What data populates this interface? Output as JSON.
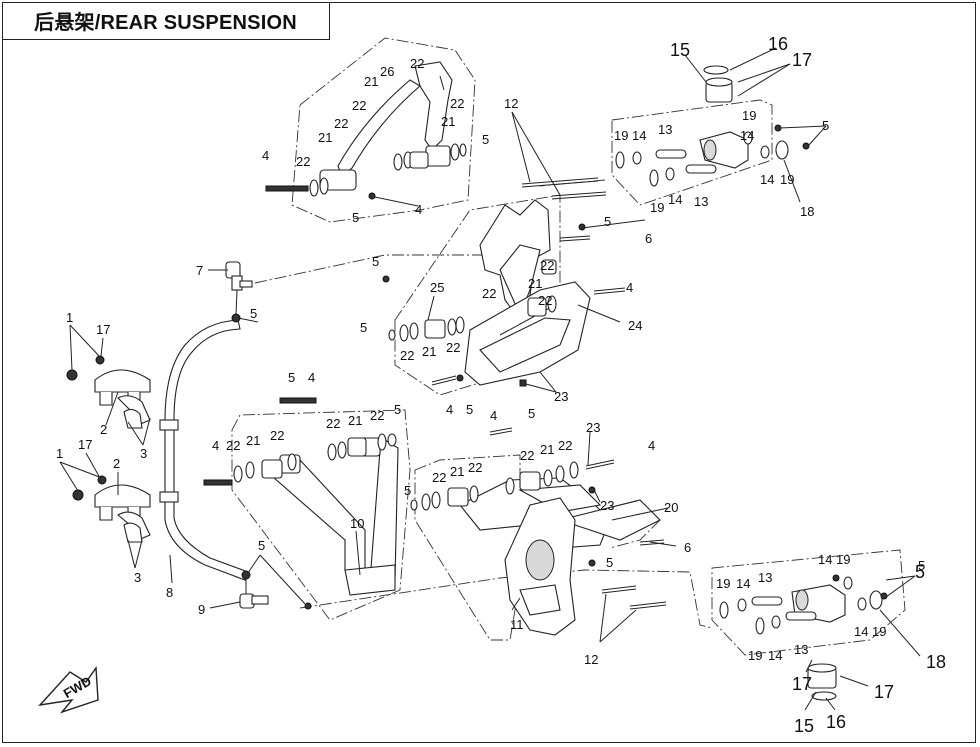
{
  "title": "后悬架/REAR SUSPENSION",
  "fwd_label": "FWD",
  "callouts": {
    "c1a": "1",
    "c1b": "1",
    "c2a": "2",
    "c2b": "2",
    "c3a": "3",
    "c3b": "3",
    "c4a": "4",
    "c4b": "4",
    "c4c": "4",
    "c4d": "4",
    "c4e": "4",
    "c4f": "4",
    "c4g": "4",
    "c4h": "4",
    "c5a": "5",
    "c5b": "5",
    "c5c": "5",
    "c5d": "5",
    "c5e": "5",
    "c5f": "5",
    "c5g": "5",
    "c5h": "5",
    "c5i": "5",
    "c5j": "5",
    "c5k": "5",
    "c5l": "5",
    "c5m": "5",
    "c5n": "5",
    "c5o": "5",
    "c5p": "5",
    "c6a": "6",
    "c6b": "6",
    "c7": "7",
    "c8": "8",
    "c9": "9",
    "c10": "10",
    "c11": "11",
    "c12a": "12",
    "c12b": "12",
    "c13a": "13",
    "c13b": "13",
    "c13c": "13",
    "c13d": "13",
    "c14a": "14",
    "c14b": "14",
    "c14c": "14",
    "c14d": "14",
    "c14e": "14",
    "c14f": "14",
    "c14g": "14",
    "c14h": "14",
    "c15a": "15",
    "c15b": "15",
    "c16a": "16",
    "c16b": "16",
    "c17a": "17",
    "c17b": "17",
    "c17c": "17",
    "c17d": "17",
    "c17e": "17",
    "c18a": "18",
    "c18b": "18",
    "c19a": "19",
    "c19b": "19",
    "c19c": "19",
    "c19d": "19",
    "c19e": "19",
    "c19f": "19",
    "c19g": "19",
    "c19h": "19",
    "c20": "20",
    "c21a": "21",
    "c21b": "21",
    "c21c": "21",
    "c21d": "21",
    "c21e": "21",
    "c21f": "21",
    "c21g": "21",
    "c21h": "21",
    "c21i": "21",
    "c22a": "22",
    "c22b": "22",
    "c22c": "22",
    "c22d": "22",
    "c22e": "22",
    "c22f": "22",
    "c22g": "22",
    "c22h": "22",
    "c22i": "22",
    "c22j": "22",
    "c22k": "22",
    "c22l": "22",
    "c22m": "22",
    "c22n": "22",
    "c22o": "22",
    "c22p": "22",
    "c22q": "22",
    "c22r": "22",
    "c23a": "23",
    "c23b": "23",
    "c23c": "23",
    "c24": "24",
    "c25": "25",
    "c26": "26"
  }
}
